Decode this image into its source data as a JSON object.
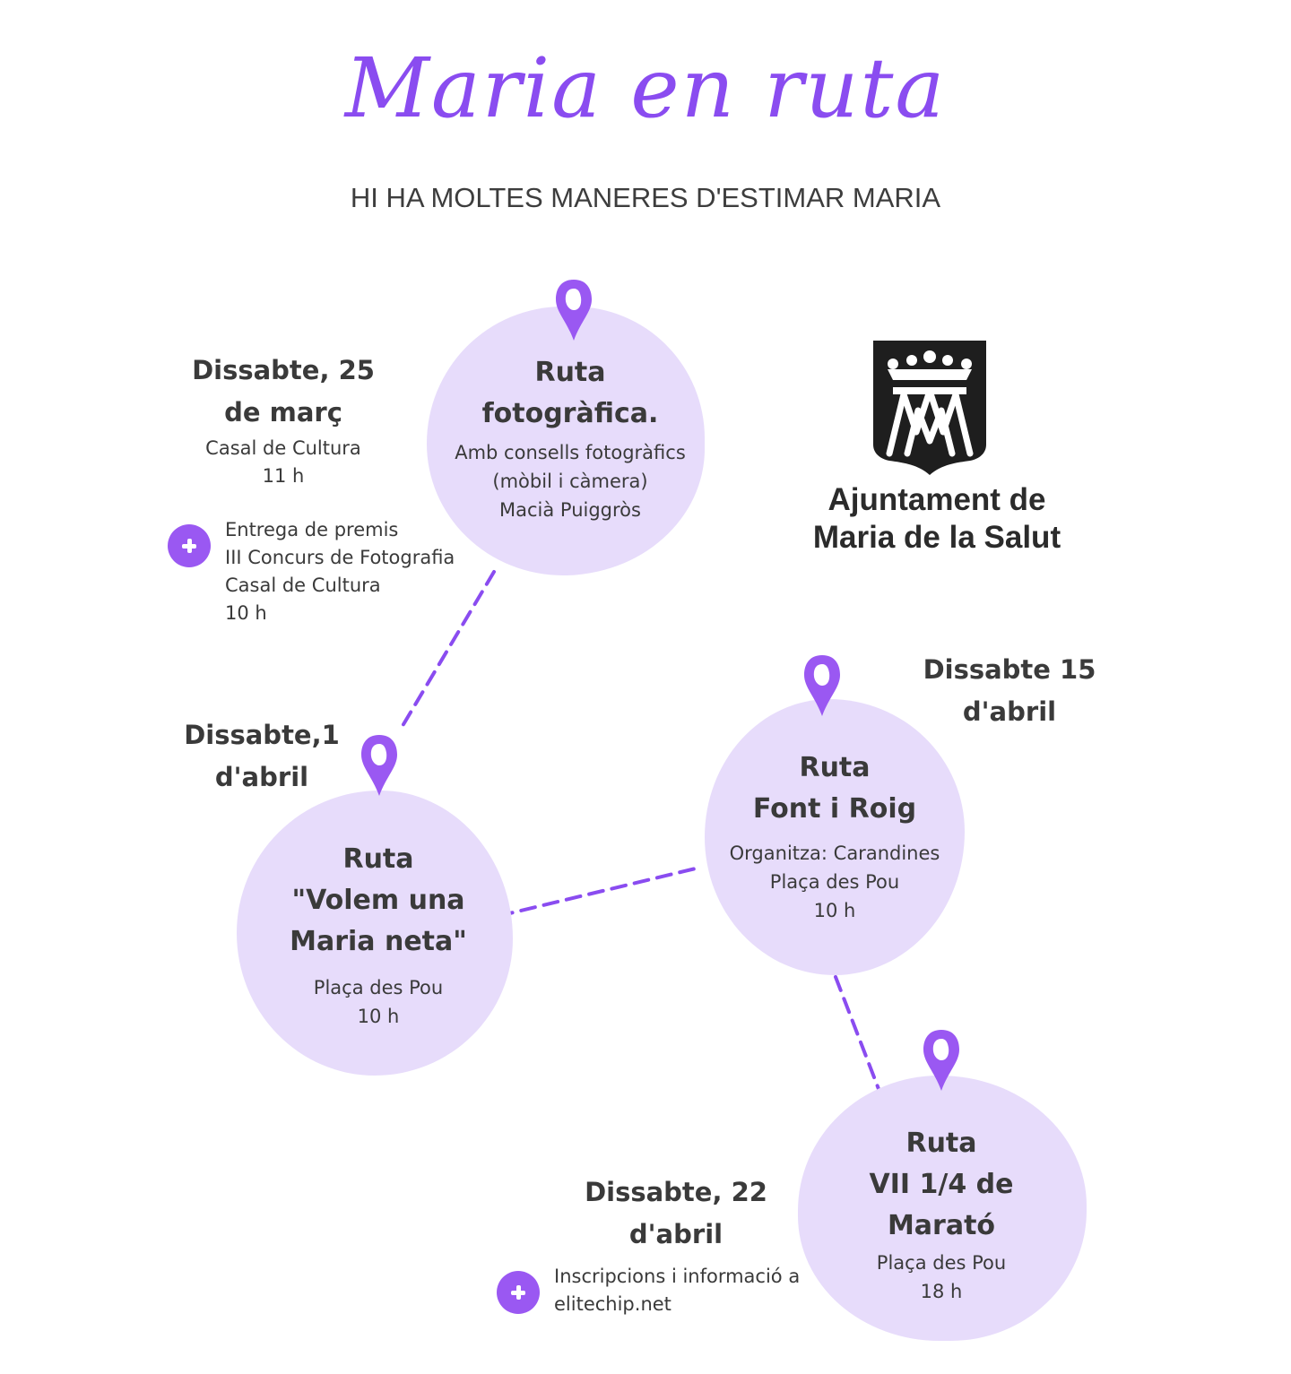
{
  "header": {
    "title": "Maria en ruta",
    "subtitle": "HI HA MOLTES MANERES D'ESTIMAR MARIA"
  },
  "logo": {
    "line1": "Ajuntament de",
    "line2": "Maria de la Salut"
  },
  "routes": [
    {
      "date_line1": "Dissabte, 25",
      "date_line2": "de març",
      "place": "Casal de Cultura",
      "time": "11 h",
      "title_line1": "Ruta",
      "title_line2": "fotogràfica.",
      "detail_line1": "Amb consells fotogràfics",
      "detail_line2": "(mòbil i càmera)",
      "detail_line3": "Macià Puiggròs",
      "extra": {
        "line1": "Entrega de premis",
        "line2": "III Concurs de Fotografia",
        "line3": "Casal de Cultura",
        "line4": "10 h"
      }
    },
    {
      "date_line1": "Dissabte,1",
      "date_line2": "d'abril",
      "title_line1": "Ruta",
      "title_line2": "\"Volem una",
      "title_line3": "Maria neta\"",
      "detail_line1": "Plaça des Pou",
      "detail_line2": "10 h"
    },
    {
      "date_line1": "Dissabte 15",
      "date_line2": "d'abril",
      "title_line1": "Ruta",
      "title_line2": "Font i Roig",
      "detail_line1": "Organitza: Carandines",
      "detail_line2": "Plaça des Pou",
      "detail_line3": "10 h"
    },
    {
      "date_line1": "Dissabte, 22",
      "date_line2": "d'abril",
      "title_line1": "Ruta",
      "title_line2": "VII 1/4 de",
      "title_line3": "Marató",
      "detail_line1": "Plaça des Pou",
      "detail_line2": "18 h",
      "extra": {
        "line1": "Inscripcions i informació a",
        "line2": "elitechip.net"
      }
    }
  ],
  "colors": {
    "accent": "#9a58f2",
    "blob": "#e7dcfb",
    "title": "#8a4cf0",
    "text": "#3a3a3a"
  },
  "icons": [
    "map-pin-icon",
    "plus-icon",
    "coat-of-arms-icon"
  ]
}
